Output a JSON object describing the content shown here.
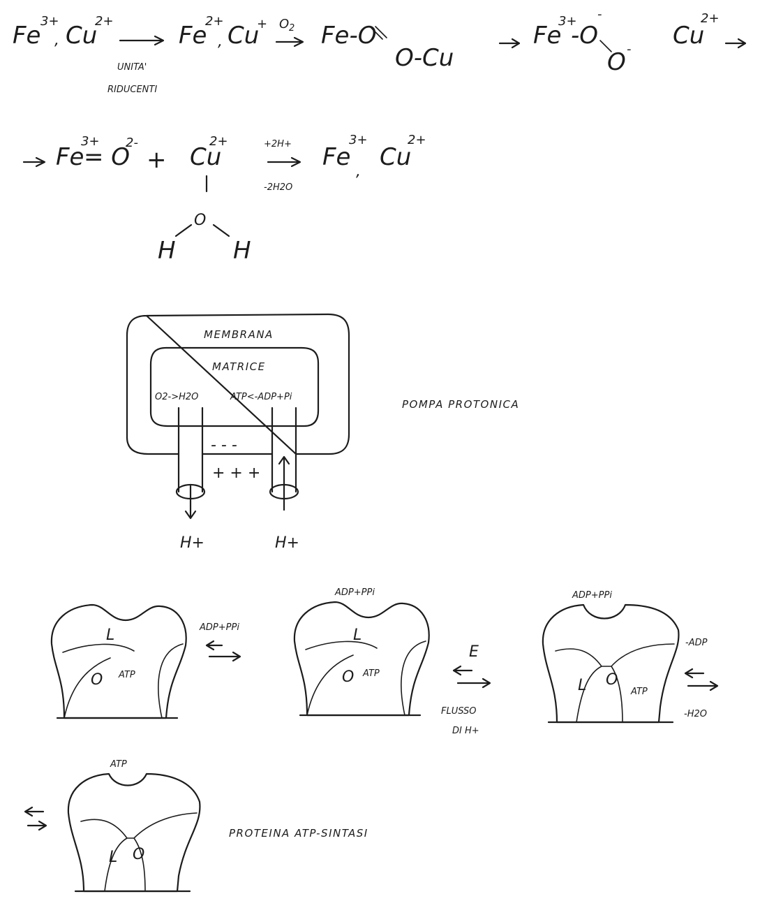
{
  "reaction": {
    "line1": {
      "fe3": "Fe",
      "fe3_charge": "3+",
      "cu2": "Cu",
      "cu2_charge": "2+",
      "fe2": "Fe",
      "fe2_charge": "2+",
      "cu1": "Cu",
      "cu1_charge": "+",
      "o2_label": "O",
      "o2_sub": "2",
      "peroxo": "Fe-O",
      "peroxo_cu": "O-Cu",
      "fe3b": "Fe",
      "fe3b_charge": "3+",
      "o_minus": "-O",
      "o_minus_charge": "-",
      "o_bottom": "O",
      "o_bottom_charge": "-",
      "cu2b": "Cu",
      "cu2b_charge": "2+",
      "arrow_end": "->",
      "reducing_units_1": "UNITA'",
      "reducing_units_2": "RIDUCENTI"
    },
    "line2": {
      "start_arrow": "->",
      "fe3": "Fe",
      "fe3_charge": "3+",
      "oxo": "= O",
      "oxo_charge": "2-",
      "plus": "+",
      "cu": "Cu",
      "cu_charge": "2+",
      "plus_2h": "+2H+",
      "minus_2h2o": "-2H2O",
      "fe3_end": "Fe",
      "fe3_end_charge": "3+",
      "cu_end": "Cu",
      "cu_end_charge": "2+",
      "water_o": "O",
      "water_h_left": "H",
      "water_h_right": "H"
    }
  },
  "membrane": {
    "membrane_label": "MEMBRANA",
    "matrix_label": "MATRICE",
    "left_reaction": "O2->H2O",
    "right_reaction": "ATP<-ADP+Pi",
    "minus_signs": "- - -",
    "plus_signs": "+ + +",
    "proton_left": "H+",
    "proton_right": "H+",
    "caption": "POMPA PROTONICA"
  },
  "synthase": {
    "units": [
      {
        "top": "",
        "labels": [
          "L",
          "ATP",
          "O"
        ]
      },
      {
        "top": "ADP+PPi",
        "labels": [
          "L",
          "ATP",
          "O"
        ]
      },
      {
        "top": "ADP+PPi",
        "labels": [
          "L",
          "O",
          "ATP"
        ]
      },
      {
        "top": "ATP",
        "labels": [
          "L",
          "O"
        ]
      }
    ],
    "step1_label": "ADP+PPi",
    "step2_top": "E",
    "step2_bottom_1": "FLUSSO",
    "step2_bottom_2": "DI H+",
    "step3_top": "-ADP",
    "step3_bottom": "-H2O",
    "caption": "PROTEINA ATP-SINTASI"
  }
}
